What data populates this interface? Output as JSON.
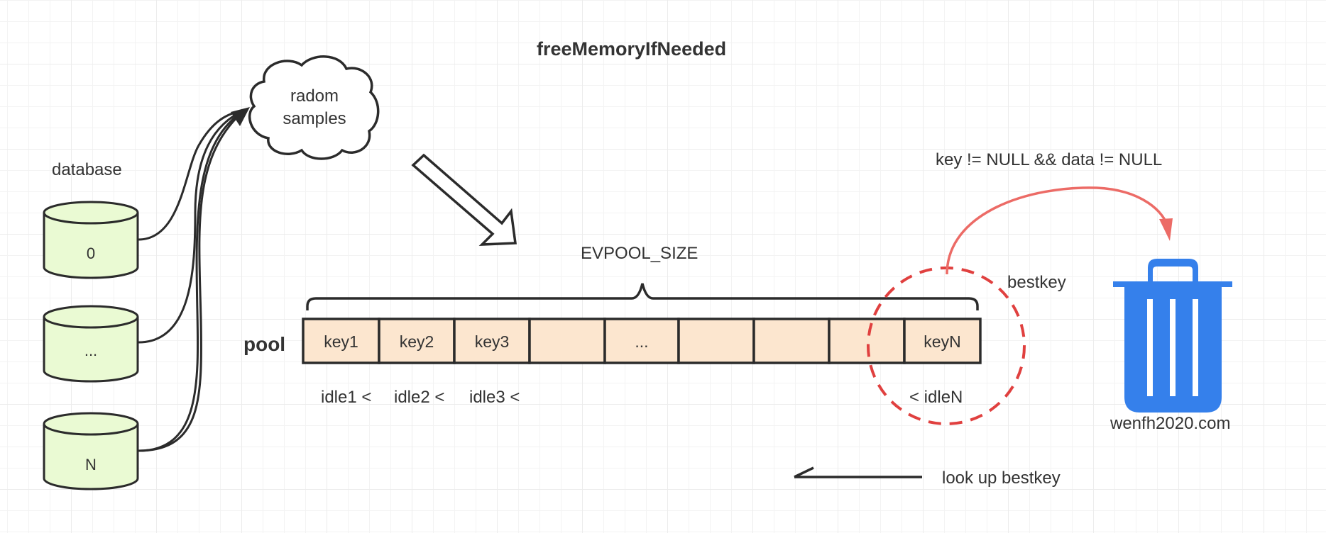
{
  "title": "freeMemoryIfNeeded",
  "database": {
    "label": "database",
    "items": [
      "0",
      "...",
      "N"
    ]
  },
  "cloud": {
    "line1": "radom",
    "line2": "samples"
  },
  "pool": {
    "label": "pool",
    "size_label": "EVPOOL_SIZE",
    "cells": [
      "key1",
      "key2",
      "key3",
      "",
      "...",
      "",
      "",
      "",
      "keyN"
    ],
    "idle_labels": [
      "idle1 <",
      "idle2 <",
      "idle3 <"
    ],
    "idle_last": "< idleN"
  },
  "bestkey_label": "bestkey",
  "condition_label": "key != NULL && data != NULL",
  "lookup_label": "look up bestkey",
  "trash": {
    "label": "wenfh2020.com"
  },
  "colors": {
    "cylinder_fill": "#eafad3",
    "pool_fill": "#fce6cf",
    "highlight_red": "#e0403f",
    "arrow_red": "#ec6b66",
    "trash_blue": "#3580eb",
    "stroke": "#2b2b2b"
  }
}
